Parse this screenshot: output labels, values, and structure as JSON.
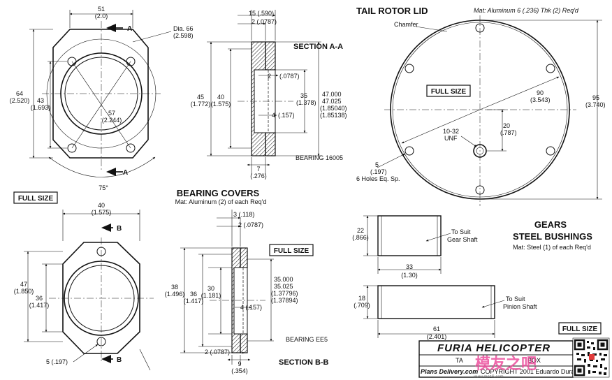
{
  "top_cover": {
    "width_mm": "51",
    "width_in": "(2.0)",
    "dia_label": "Dia. 66",
    "dia_in": "(2.598)",
    "height_mm": "64",
    "height_in": "(2.520)",
    "inner_mm": "43",
    "inner_in": "(1.693)",
    "bore_mm": "57",
    "bore_in": "(2.244)",
    "angle": "75°",
    "section_mark": "A"
  },
  "section_aa": {
    "title": "SECTION A-A",
    "d15": "15 (.590)",
    "d2": "2 (.0787)",
    "d2b": "2",
    "d2b_in": "(.0787)",
    "d45": "45",
    "d45_in": "(1.772)",
    "d40": "40",
    "d40_in": "(1.575)",
    "d35": "35",
    "d35_in": "(1.378)",
    "d4": "4",
    "d4_in": "(.157)",
    "d47a": "47.000",
    "d47b": "47.025",
    "d47c": "(1.85040)",
    "d47d": "(1.85138)",
    "d7": "7",
    "d7_in": "(.276)",
    "bearing": "BEARING 16005"
  },
  "full_size_1": "FULL SIZE",
  "bearing_covers": {
    "title": "BEARING COVERS",
    "mat": "Mat: Aluminum (2) of each Req'd"
  },
  "bottom_cover": {
    "width_mm": "40",
    "width_in": "(1.575)",
    "h47": "47",
    "h47_in": "(1.850)",
    "h36": "36",
    "h36_in": "(1.417)",
    "hole": "5 (.197)",
    "section_mark": "B"
  },
  "section_bb": {
    "title": "SECTION B-B",
    "d3": "3 (.118)",
    "d2": "2 (.0787)",
    "d38": "38",
    "d38_in": "(1.496)",
    "d36": "36",
    "d36_in": "(1.417)",
    "d30": "30",
    "d30_in": "(1.181)",
    "d4": "4 (.157)",
    "d35a": "35.000",
    "d35b": "35.025",
    "d35c": "(1.37796)",
    "d35d": "(1.37894)",
    "d2bot": "2 (.0787)",
    "d9": "9",
    "d9_in": "(.354)",
    "bearing": "BEARING EE5"
  },
  "full_size_2": "FULL SIZE",
  "tail_rotor_lid": {
    "title": "TAIL ROTOR LID",
    "mat": "Mat: Aluminum 6 (.236) Thk (2) Req'd",
    "chamfer": "Chamfer",
    "full_size": "FULL SIZE",
    "d90": "90",
    "d90_in": "(3.543)",
    "d95": "95",
    "d95_in": "(3.740)",
    "d20": "20",
    "d20_in": "(.787)",
    "thread": "10-32",
    "thread2": "UNF",
    "holes_mm": "5",
    "holes_in": "(.197)",
    "holes_note": "6 Holes Eq. Sp."
  },
  "gears": {
    "title1": "GEARS",
    "title2": "STEEL BUSHINGS",
    "mat": "Mat: Steel (1) of each Req'd",
    "g22": "22",
    "g22_in": "(.866)",
    "g33": "33",
    "g33_in": "(1.30)",
    "gear_note1": "To Suit",
    "gear_note2": "Gear Shaft",
    "g18": "18",
    "g18_in": "(.709)",
    "g61": "61",
    "g61_in": "(2.401)",
    "pin_note1": "To Suit",
    "pin_note2": "Pinion Shaft"
  },
  "full_size_3": "FULL SIZE",
  "title_block": {
    "brand": "FURIA HELICOPTER",
    "sub_left": "TA",
    "sub_right": "BOX",
    "plans": "Plans Delivery.com",
    "copyright": "COPYRIGHT 2001 Eduardo Durand"
  },
  "watermark": {
    "text": "模友之吧",
    "url": "www.mozS.com"
  }
}
